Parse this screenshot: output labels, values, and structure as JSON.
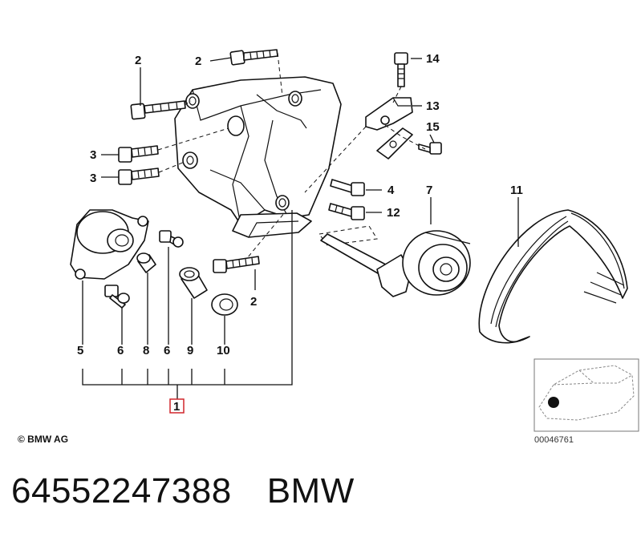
{
  "callouts": {
    "c1": "1",
    "c2a": "2",
    "c2b": "2",
    "c2c": "2",
    "c3a": "3",
    "c3b": "3",
    "c4": "4",
    "c5": "5",
    "c6a": "6",
    "c6b": "6",
    "c7": "7",
    "c8": "8",
    "c9": "9",
    "c10": "10",
    "c11": "11",
    "c12": "12",
    "c13": "13",
    "c14": "14",
    "c15": "15"
  },
  "copyright": "© BMW AG",
  "reference_code": "00046761",
  "footer": {
    "part_number": "64552247388",
    "brand": "BMW"
  },
  "colors": {
    "highlight_box": "#d0262b",
    "line": "#111111"
  }
}
